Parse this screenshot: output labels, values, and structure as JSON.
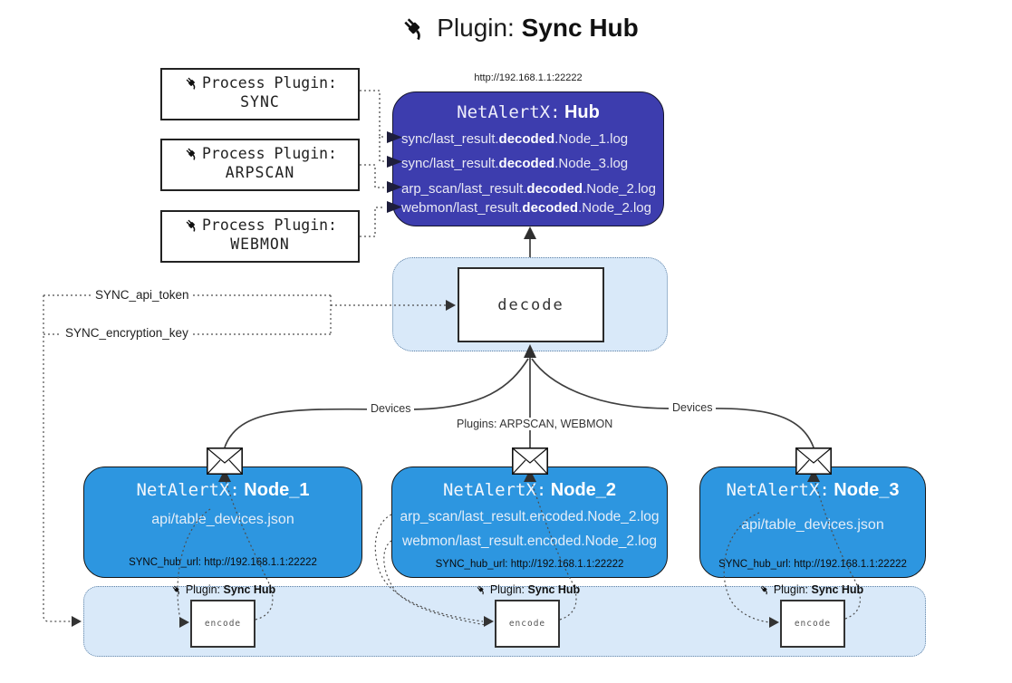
{
  "title": {
    "label": "Plugin:",
    "name": "Sync Hub"
  },
  "hub": {
    "url": "http://192.168.1.1:22222",
    "name_prefix": "NetAlertX:",
    "name": "Hub",
    "logs": [
      {
        "pre": "sync/last_result.",
        "mid": "decoded",
        "post": ".Node_1.log"
      },
      {
        "pre": "sync/last_result.",
        "mid": "decoded",
        "post": ".Node_3.log"
      },
      {
        "pre": "arp_scan/last_result.",
        "mid": "decoded",
        "post": ".Node_2.log"
      },
      {
        "pre": "webmon/last_result.",
        "mid": "decoded",
        "post": ".Node_2.log"
      }
    ]
  },
  "process_plugins": [
    {
      "label": "Process Plugin:",
      "name": "SYNC"
    },
    {
      "label": "Process Plugin:",
      "name": "ARPSCAN"
    },
    {
      "label": "Process Plugin:",
      "name": "WEBMON"
    }
  ],
  "settings": {
    "api_token": "SYNC_api_token",
    "encryption_key": "SYNC_encryption_key"
  },
  "decode": {
    "label": "decode"
  },
  "flows": {
    "devices_left": "Devices",
    "plugins_center": "Plugins: ARPSCAN, WEBMON",
    "devices_right": "Devices"
  },
  "nodes": [
    {
      "name_prefix": "NetAlertX:",
      "name": "Node_1",
      "files": [
        "api/table_devices.json"
      ],
      "hub_url": "SYNC_hub_url: http://192.168.1.1:22222"
    },
    {
      "name_prefix": "NetAlertX:",
      "name": "Node_2",
      "files": [
        "arp_scan/last_result.encoded.Node_2.log",
        "webmon/last_result.encoded.Node_2.log"
      ],
      "hub_url": "SYNC_hub_url: http://192.168.1.1:22222"
    },
    {
      "name_prefix": "NetAlertX:",
      "name": "Node_3",
      "files": [
        "api/table_devices.json"
      ],
      "hub_url": "SYNC_hub_url: http://192.168.1.1:22222"
    }
  ],
  "encoders": [
    {
      "plugin_label": "Plugin:",
      "plugin_name": "Sync Hub",
      "box_label": "encode"
    },
    {
      "plugin_label": "Plugin:",
      "plugin_name": "Sync Hub",
      "box_label": "encode"
    },
    {
      "plugin_label": "Plugin:",
      "plugin_name": "Sync Hub",
      "box_label": "encode"
    }
  ],
  "colors": {
    "hub_fill": "#3d3dae",
    "node_fill": "#2d96e0",
    "band_fill": "#d9e9f9",
    "line_dark": "#3f3f3f",
    "arrow_dark": "#1e1e3c"
  }
}
